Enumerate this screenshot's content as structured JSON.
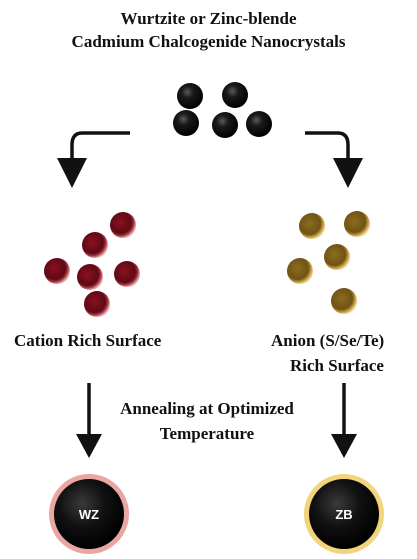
{
  "title": {
    "line1": "Wurtzite or Zinc-blende",
    "line2": "Cadmium Chalcogenide Nanocrystals"
  },
  "left_branch": {
    "surface_label": "Cation Rich Surface",
    "product_label": "WZ",
    "dot_color": "#7a0f1c",
    "shell_color": "#e8a3a3"
  },
  "right_branch": {
    "surface_label_line1": "Anion (S/Se/Te)",
    "surface_label_line2": "Rich Surface",
    "product_label": "ZB",
    "dot_color": "#8b6a1e",
    "shell_color": "#f0d27a"
  },
  "process": {
    "line1": "Annealing at Optimized",
    "line2": "Temperature"
  },
  "colors": {
    "nanocrystal_core": "#0a0a0a",
    "arrow": "#111111"
  }
}
